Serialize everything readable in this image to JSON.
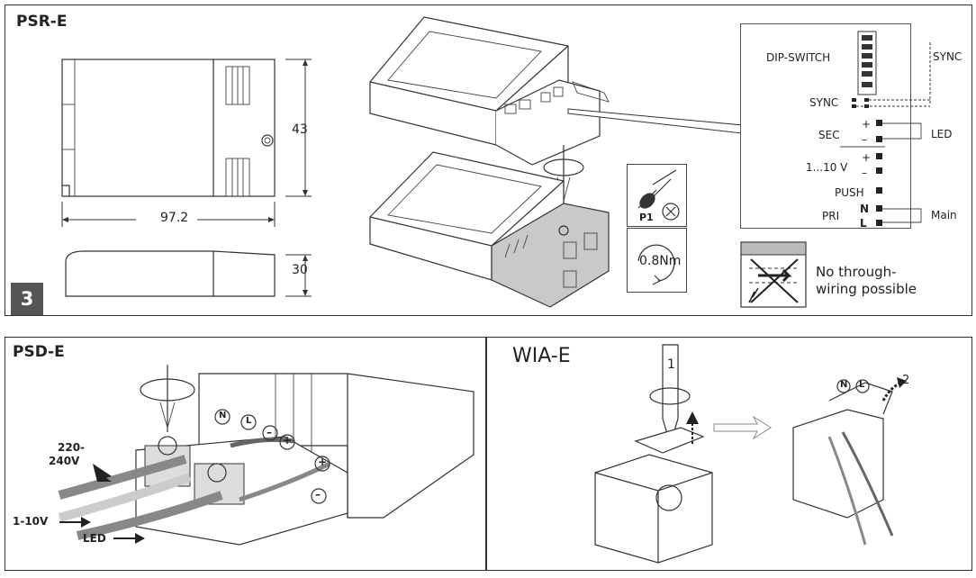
{
  "top_panel": {
    "title": "PSR-E",
    "step_number": "3",
    "dims": {
      "width_label": "97.2",
      "height_label": "43",
      "depth_label": "30"
    },
    "torque_label": "0.8Nm",
    "tool_label": "P1",
    "wiring_note_line1": "No through-",
    "wiring_note_line2": "wiring possible",
    "pinout": {
      "dip_switch": "DIP-SWITCH",
      "sync_top": "SYNC",
      "sync_left": "SYNC",
      "sec": "SEC",
      "led": "LED",
      "dim": "1...10 V",
      "push": "PUSH",
      "pri": "PRI",
      "n": "N",
      "l": "L",
      "main": "Main",
      "plus": "+",
      "minus": "–"
    }
  },
  "bottom_left": {
    "title": "PSD-E",
    "v_line1": "220-",
    "v_line2": "240V",
    "dim_label": "1-10V",
    "led_label": "LED",
    "n_mark": "N",
    "l_mark": "L",
    "plus": "+",
    "minus": "–"
  },
  "bottom_right": {
    "title": "WIA-E",
    "step1": "1",
    "step2": "2",
    "n_mark": "N",
    "l_mark": "L"
  }
}
